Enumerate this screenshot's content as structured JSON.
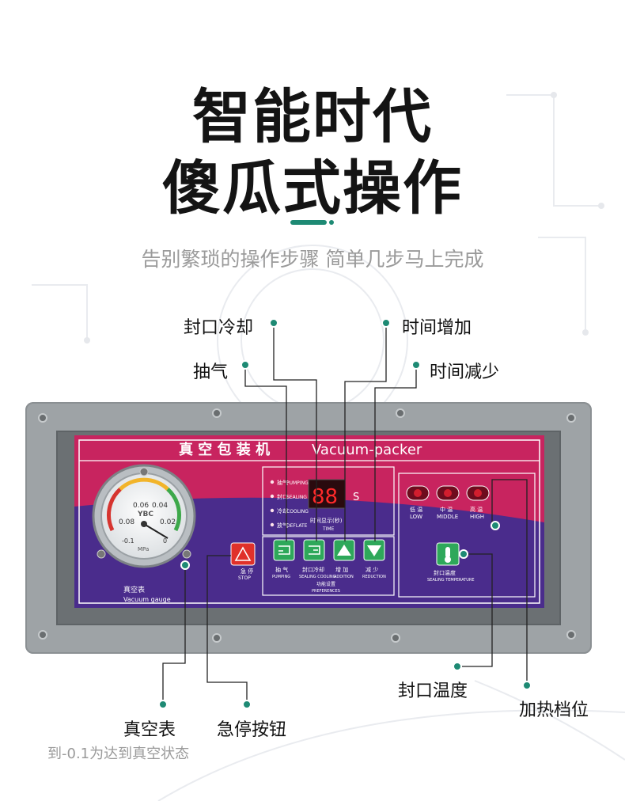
{
  "header": {
    "title_line1": "智能时代",
    "title_line2": "傻瓜式操作",
    "subtitle": "告别繁琐的操作步骤 简单几步马上完成"
  },
  "callouts": {
    "seal_cool": "封口冷却",
    "time_add": "时间增加",
    "pump": "抽气",
    "time_reduce": "时间减少",
    "seal_temp": "封口温度",
    "heat_level": "加热档位",
    "vacuum_gauge": "真空表",
    "emergency_stop": "急停按钮",
    "gauge_note": "到-0.1为达到真空状态"
  },
  "panel": {
    "title_cn": "真 空 包 装 机",
    "title_en": "Vacuum-packer",
    "gauge": {
      "brand": "YBC",
      "unit": "MPa",
      "ticks": [
        "0.06",
        "0.04",
        "0.08",
        "0.02",
        "-0.1",
        "0"
      ],
      "label": "Vacuum gauge",
      "label_cn": "真空表"
    },
    "status_lights": [
      {
        "cn": "抽气",
        "en": "PUMPING"
      },
      {
        "cn": "封口",
        "en": "SEALING"
      },
      {
        "cn": "冷却",
        "en": "COOLING"
      },
      {
        "cn": "放气",
        "en": "DEFLATE"
      }
    ],
    "display": {
      "value": "88",
      "unit": "S",
      "label_cn": "时间显示(秒)",
      "label_en": "TIME"
    },
    "stop_button": {
      "cn": "急 停",
      "en": "STOP"
    },
    "buttons": [
      {
        "cn": "抽 气",
        "en": "PUMPING"
      },
      {
        "cn": "封口冷却",
        "en": "SEALING COOLING"
      },
      {
        "cn": "增 加",
        "en": "ADDITION"
      },
      {
        "cn": "减 少",
        "en": "REDUCTION"
      }
    ],
    "preferences": {
      "cn": "功能设置",
      "en": "PREFERENCES"
    },
    "heat_levels": [
      {
        "cn": "低 温",
        "en": "LOW"
      },
      {
        "cn": "中 温",
        "en": "MIDDLE"
      },
      {
        "cn": "高 温",
        "en": "HIGH"
      }
    ],
    "seal_temp_button": {
      "cn": "封口温度",
      "en": "SEALING TEMPERATURE"
    }
  },
  "colors": {
    "accent_teal": "#1e8a74",
    "panel_magenta": "#c8245f",
    "panel_purple": "#4a2c8c",
    "button_green": "#2ea85a",
    "stop_red": "#e0312a",
    "display_red": "#ff2a2a"
  },
  "icons": [
    "pump-icon",
    "seal-cool-icon",
    "arrow-up-icon",
    "arrow-down-icon",
    "warning-icon",
    "thermometer-icon"
  ]
}
